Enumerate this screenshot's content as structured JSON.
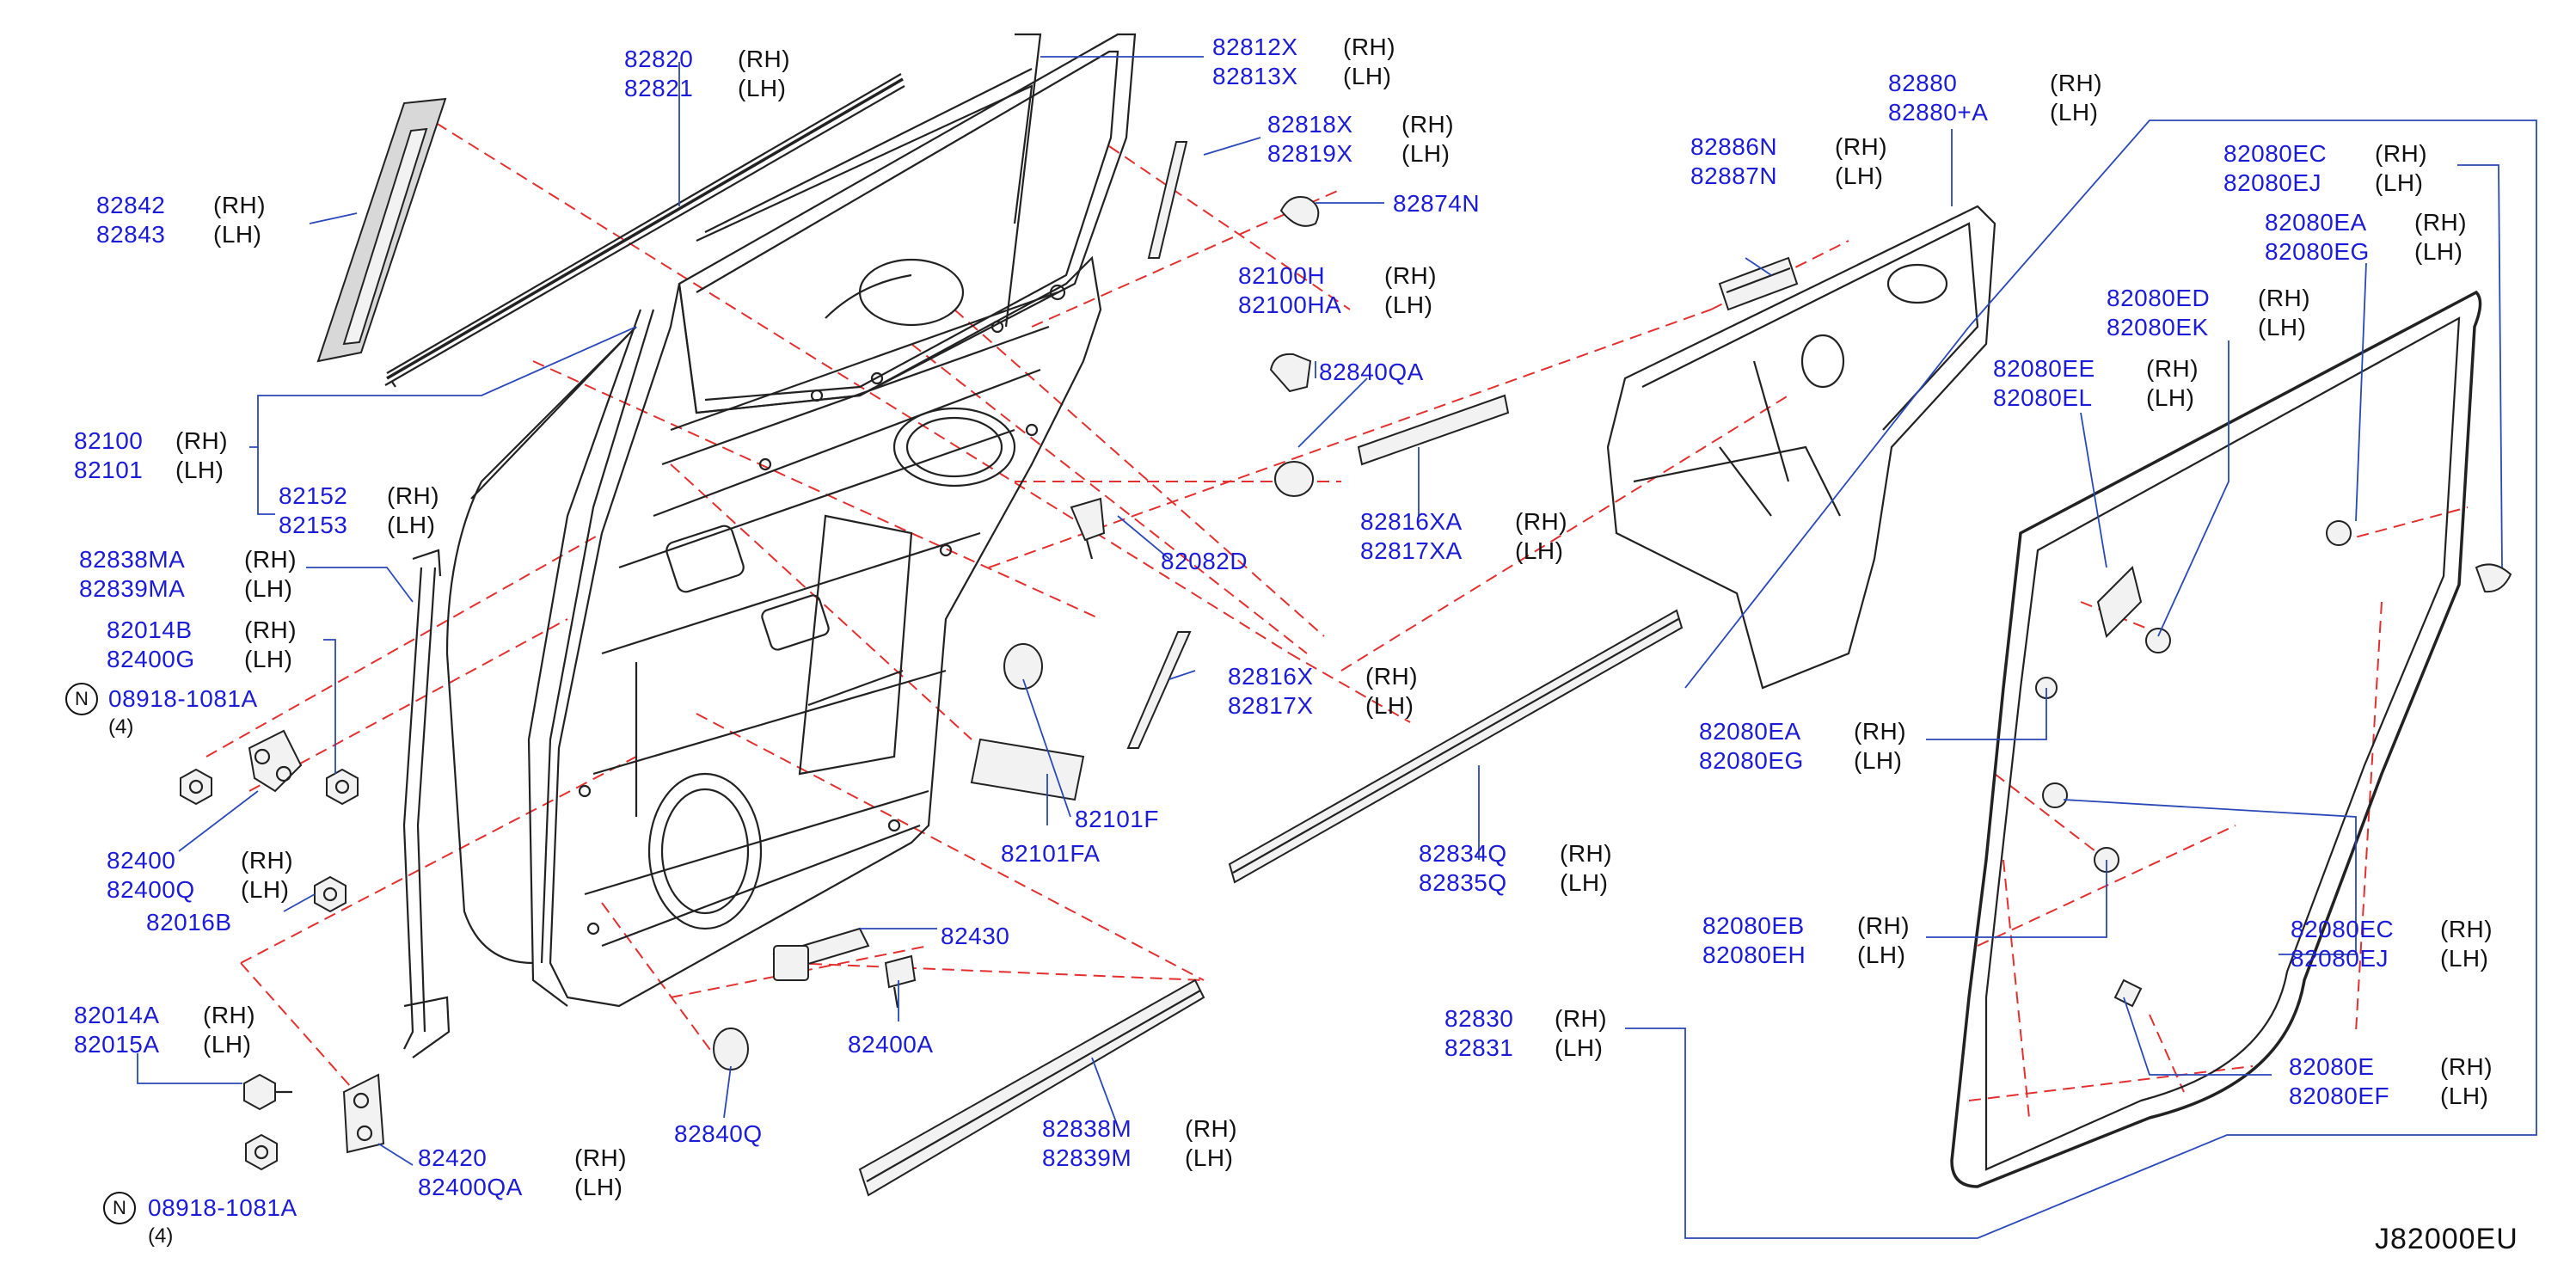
{
  "diagram_code": "J82000EU",
  "side_labels": {
    "rh": "(RH)",
    "lh": "(LH)"
  },
  "nut_marker": "N",
  "callouts": [
    {
      "id": "c1",
      "parts": [
        "82820",
        "82821"
      ],
      "sides": [
        "(RH)",
        "(LH)"
      ]
    },
    {
      "id": "c2",
      "parts": [
        "82812X",
        "82813X"
      ],
      "sides": [
        "(RH)",
        "(LH)"
      ]
    },
    {
      "id": "c3",
      "parts": [
        "82818X",
        "82819X"
      ],
      "sides": [
        "(RH)",
        "(LH)"
      ]
    },
    {
      "id": "c4",
      "parts": [
        "82874N"
      ],
      "sides": []
    },
    {
      "id": "c5",
      "parts": [
        "82842",
        "82843"
      ],
      "sides": [
        "(RH)",
        "(LH)"
      ]
    },
    {
      "id": "c6",
      "parts": [
        "82100H",
        "82100HA"
      ],
      "sides": [
        "(RH)",
        "(LH)"
      ]
    },
    {
      "id": "c7",
      "parts": [
        "82840QA"
      ],
      "sides": []
    },
    {
      "id": "c8",
      "parts": [
        "82100",
        "82101"
      ],
      "sides": [
        "(RH)",
        "(LH)"
      ]
    },
    {
      "id": "c9",
      "parts": [
        "82152",
        "82153"
      ],
      "sides": [
        "(RH)",
        "(LH)"
      ]
    },
    {
      "id": "c10",
      "parts": [
        "82816XA",
        "82817XA"
      ],
      "sides": [
        "(RH)",
        "(LH)"
      ]
    },
    {
      "id": "c11",
      "parts": [
        "82082D"
      ],
      "sides": []
    },
    {
      "id": "c12",
      "parts": [
        "82838MA",
        "82839MA"
      ],
      "sides": [
        "(RH)",
        "(LH)"
      ]
    },
    {
      "id": "c13",
      "parts": [
        "82014B",
        "82400G"
      ],
      "sides": [
        "(RH)",
        "(LH)"
      ]
    },
    {
      "id": "c14",
      "parts": [
        "82816X",
        "82817X"
      ],
      "sides": [
        "(RH)",
        "(LH)"
      ]
    },
    {
      "id": "c15",
      "parts": [
        "82101F"
      ],
      "sides": []
    },
    {
      "id": "c16",
      "parts": [
        "82101FA"
      ],
      "sides": []
    },
    {
      "id": "c17",
      "parts": [
        "82400",
        "82400Q"
      ],
      "sides": [
        "(RH)",
        "(LH)"
      ]
    },
    {
      "id": "c18",
      "parts": [
        "82016B"
      ],
      "sides": []
    },
    {
      "id": "c19",
      "parts": [
        "82430"
      ],
      "sides": []
    },
    {
      "id": "c20",
      "parts": [
        "82014A",
        "82015A"
      ],
      "sides": [
        "(RH)",
        "(LH)"
      ]
    },
    {
      "id": "c21",
      "parts": [
        "82400A"
      ],
      "sides": []
    },
    {
      "id": "c22",
      "parts": [
        "82420",
        "82400QA"
      ],
      "sides": [
        "(RH)",
        "(LH)"
      ]
    },
    {
      "id": "c23",
      "parts": [
        "82840Q"
      ],
      "sides": []
    },
    {
      "id": "c24",
      "parts": [
        "82838M",
        "82839M"
      ],
      "sides": [
        "(RH)",
        "(LH)"
      ]
    },
    {
      "id": "c25",
      "parts": [
        "82886N",
        "82887N"
      ],
      "sides": [
        "(RH)",
        "(LH)"
      ]
    },
    {
      "id": "c26",
      "parts": [
        "82880",
        "82880+A"
      ],
      "sides": [
        "(RH)",
        "(LH)"
      ]
    },
    {
      "id": "c27",
      "parts": [
        "82080EC",
        "82080EJ"
      ],
      "sides": [
        "(RH)",
        "(LH)"
      ]
    },
    {
      "id": "c28",
      "parts": [
        "82080EA",
        "82080EG"
      ],
      "sides": [
        "(RH)",
        "(LH)"
      ]
    },
    {
      "id": "c29",
      "parts": [
        "82080ED",
        "82080EK"
      ],
      "sides": [
        "(RH)",
        "(LH)"
      ]
    },
    {
      "id": "c30",
      "parts": [
        "82080EE",
        "82080EL"
      ],
      "sides": [
        "(RH)",
        "(LH)"
      ]
    },
    {
      "id": "c31",
      "parts": [
        "82080EA",
        "82080EG"
      ],
      "sides": [
        "(RH)",
        "(LH)"
      ]
    },
    {
      "id": "c32",
      "parts": [
        "82834Q",
        "82835Q"
      ],
      "sides": [
        "(RH)",
        "(LH)"
      ]
    },
    {
      "id": "c33",
      "parts": [
        "82080EB",
        "82080EH"
      ],
      "sides": [
        "(RH)",
        "(LH)"
      ]
    },
    {
      "id": "c34",
      "parts": [
        "82080EC",
        "82080EJ"
      ],
      "sides": [
        "(RH)",
        "(LH)"
      ]
    },
    {
      "id": "c35",
      "parts": [
        "82830",
        "82831"
      ],
      "sides": [
        "(RH)",
        "(LH)"
      ]
    },
    {
      "id": "c36",
      "parts": [
        "82080E",
        "82080EF"
      ],
      "sides": [
        "(RH)",
        "(LH)"
      ]
    }
  ],
  "nut_callouts": [
    {
      "id": "n1",
      "part": "08918-1081A",
      "qty": "(4)"
    },
    {
      "id": "n2",
      "part": "08918-1081A",
      "qty": "(4)"
    }
  ]
}
